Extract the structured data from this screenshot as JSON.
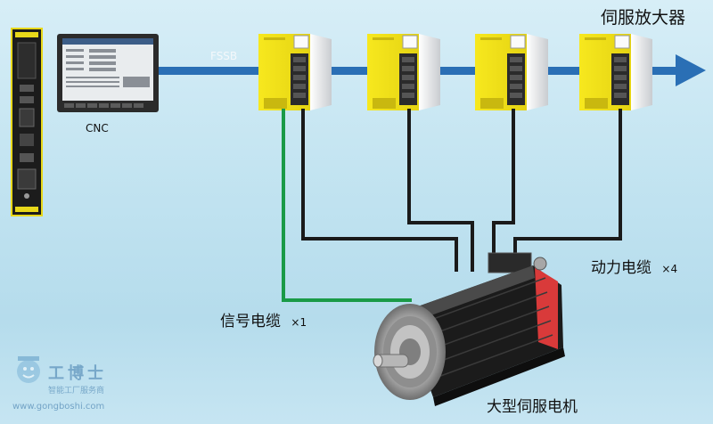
{
  "labels": {
    "amplifiers": "伺服放大器",
    "bus": "FSSB",
    "cnc": "CNC",
    "signal_cable": "信号电缆",
    "signal_cable_count": "×1",
    "power_cable": "动力电缆",
    "power_cable_count": "×4",
    "motor": "大型伺服电机"
  },
  "watermark": {
    "name": "工博士",
    "tagline": "智能工厂服务商",
    "url": "www.gongboshi.com"
  },
  "colors": {
    "bus_arrow": "#2a6fb5",
    "amplifier": "#f2e21c",
    "signal_cable": "#1a9a47",
    "power_cable": "#1a1a1a",
    "motor_accent": "#d93a3a"
  }
}
